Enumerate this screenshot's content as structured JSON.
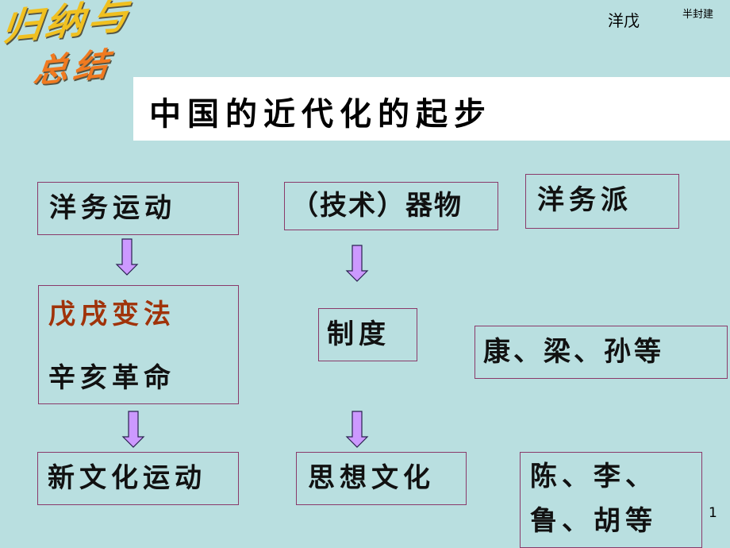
{
  "logo": {
    "line1": "归纳与",
    "line2": "总结"
  },
  "header": {
    "note_left": "洋戊",
    "note_right": "半封建"
  },
  "title": "中国的近代化的起步",
  "column1": {
    "box1": "洋务运动",
    "box2_line1": "戊戌变法",
    "box2_line2": "辛亥革命",
    "box3": "新文化运动"
  },
  "column2": {
    "box1": "（技术）器物",
    "box2": "制度",
    "box3": "思想文化"
  },
  "column3": {
    "box1": "洋务派",
    "box2": "康、梁、孙等",
    "box3_line1": "陈、李、",
    "box3_line2": "鲁、胡等"
  },
  "page_number": "1",
  "colors": {
    "background": "#b9dfe0",
    "border": "#8a3a6a",
    "arrow": "#cc99ff",
    "highlight": "#a0330a"
  }
}
